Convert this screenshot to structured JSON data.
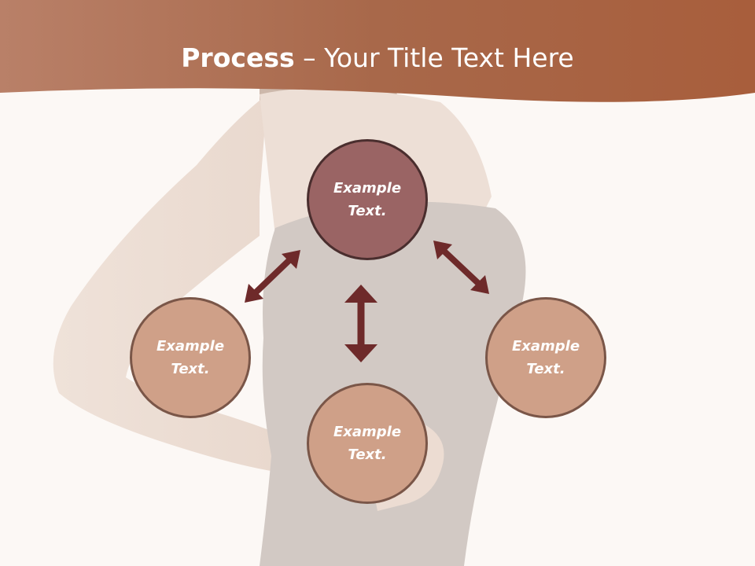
{
  "title": {
    "bold": "Process",
    "rest": " – Your Title Text Here"
  },
  "nodes": {
    "top": "Example\nText.",
    "left": "Example\nText.",
    "right": "Example\nText.",
    "bottom": "Example\nText."
  },
  "colors": {
    "header": "#b0765a",
    "center_node": "#9a6464",
    "outer_node": "#cfa088",
    "arrows": "#6e2a2a",
    "background": "#fcf8f5"
  }
}
